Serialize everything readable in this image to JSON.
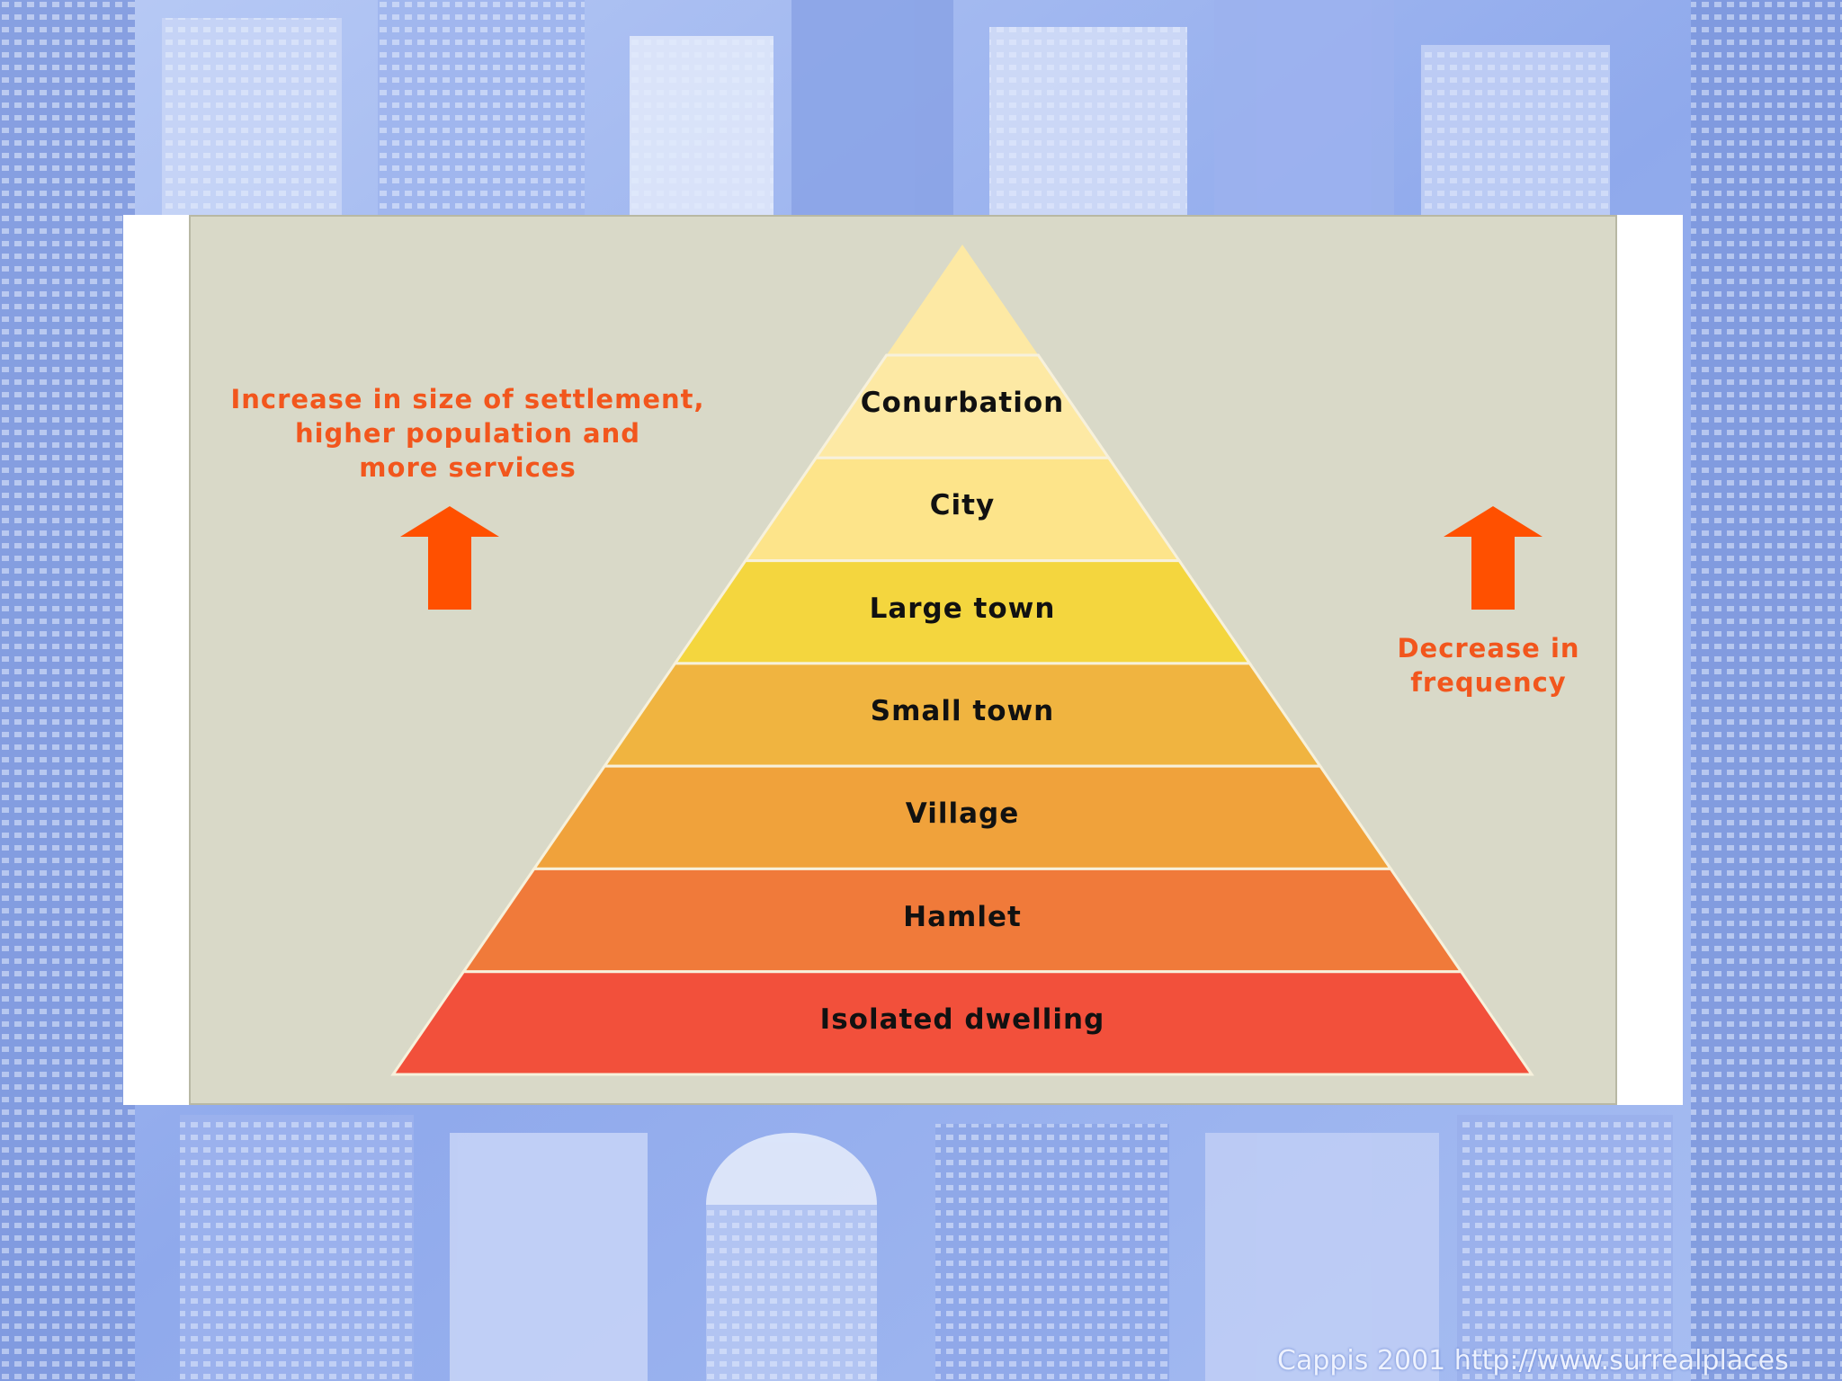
{
  "tiers": [
    {
      "label": "Conurbation",
      "color": "#fde9a4"
    },
    {
      "label": "City",
      "color": "#fde48a"
    },
    {
      "label": "Large town",
      "color": "#f4d63e"
    },
    {
      "label": "Small town",
      "color": "#f0b440"
    },
    {
      "label": "Village",
      "color": "#f0a23b"
    },
    {
      "label": "Hamlet",
      "color": "#f07a3a"
    },
    {
      "label": "Isolated dwelling",
      "color": "#f2503b"
    }
  ],
  "left_annotation": {
    "lines": [
      "Increase in size of settlement,",
      "higher population and",
      "more services"
    ],
    "direction": "up"
  },
  "right_annotation": {
    "lines": [
      "Decrease in",
      "frequency"
    ],
    "direction": "up"
  },
  "arrow_color": "#ff5000",
  "panel_color": "#d9d9c8",
  "credit": "Cappis 2001 http://www.surrealplaces"
}
